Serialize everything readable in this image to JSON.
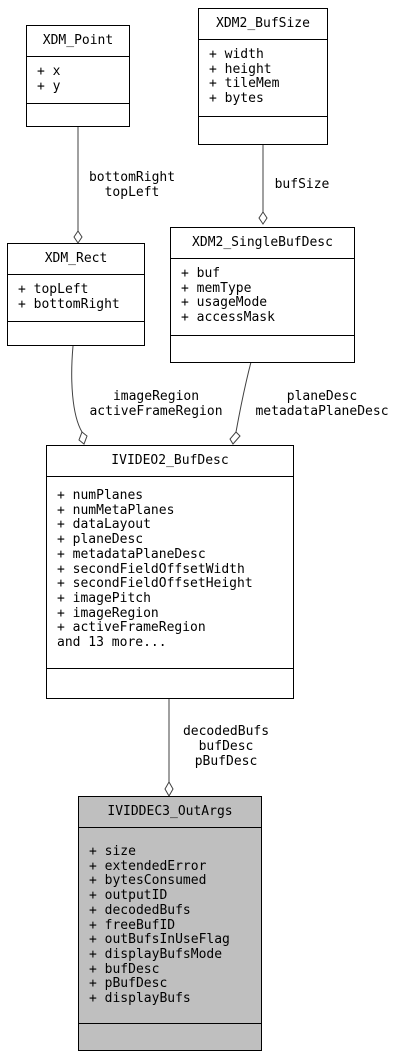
{
  "classes": {
    "xdm_point": {
      "name": "XDM_Point",
      "attrs": [
        "+ x",
        "+ y"
      ]
    },
    "xdm2_bufsize": {
      "name": "XDM2_BufSize",
      "attrs": [
        "+ width",
        "+ height",
        "+ tileMem",
        "+ bytes"
      ]
    },
    "xdm_rect": {
      "name": "XDM_Rect",
      "attrs": [
        "+ topLeft",
        "+ bottomRight"
      ]
    },
    "xdm2_singlebufdesc": {
      "name": "XDM2_SingleBufDesc",
      "attrs": [
        "+ buf",
        "+ memType",
        "+ usageMode",
        "+ accessMask"
      ]
    },
    "ivideo2_bufdesc": {
      "name": "IVIDEO2_BufDesc",
      "attrs": [
        "+ numPlanes",
        "+ numMetaPlanes",
        "+ dataLayout",
        "+ planeDesc",
        "+ metadataPlaneDesc",
        "+ secondFieldOffsetWidth",
        "+ secondFieldOffsetHeight",
        "+ imagePitch",
        "+ imageRegion",
        "+ activeFrameRegion",
        "and 13 more..."
      ]
    },
    "ividdec3_outargs": {
      "name": "IVIDDEC3_OutArgs",
      "attrs": [
        "+ size",
        "+ extendedError",
        "+ bytesConsumed",
        "+ outputID",
        "+ decodedBufs",
        "+ freeBufID",
        "+ outBufsInUseFlag",
        "+ displayBufsMode",
        "+ bufDesc",
        "+ pBufDesc",
        "+ displayBufs"
      ]
    }
  },
  "edges": {
    "point_to_rect": [
      "bottomRight",
      "topLeft"
    ],
    "bufsize_to_single": [
      "bufSize"
    ],
    "rect_to_bufdesc": [
      "imageRegion",
      "activeFrameRegion"
    ],
    "single_to_bufdesc": [
      "planeDesc",
      "metadataPlaneDesc"
    ],
    "bufdesc_to_outargs": [
      "decodedBufs",
      "bufDesc",
      "pBufDesc"
    ]
  }
}
